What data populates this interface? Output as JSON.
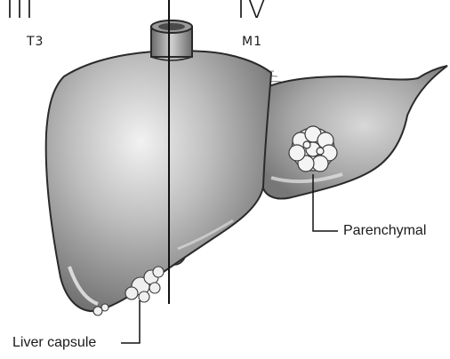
{
  "stages": [
    {
      "roman": "III",
      "code": "T3"
    },
    {
      "roman": "IV",
      "code": "M1"
    }
  ],
  "labels": {
    "parenchymal": "Parenchymal",
    "liver_capsule": "Liver capsule"
  }
}
